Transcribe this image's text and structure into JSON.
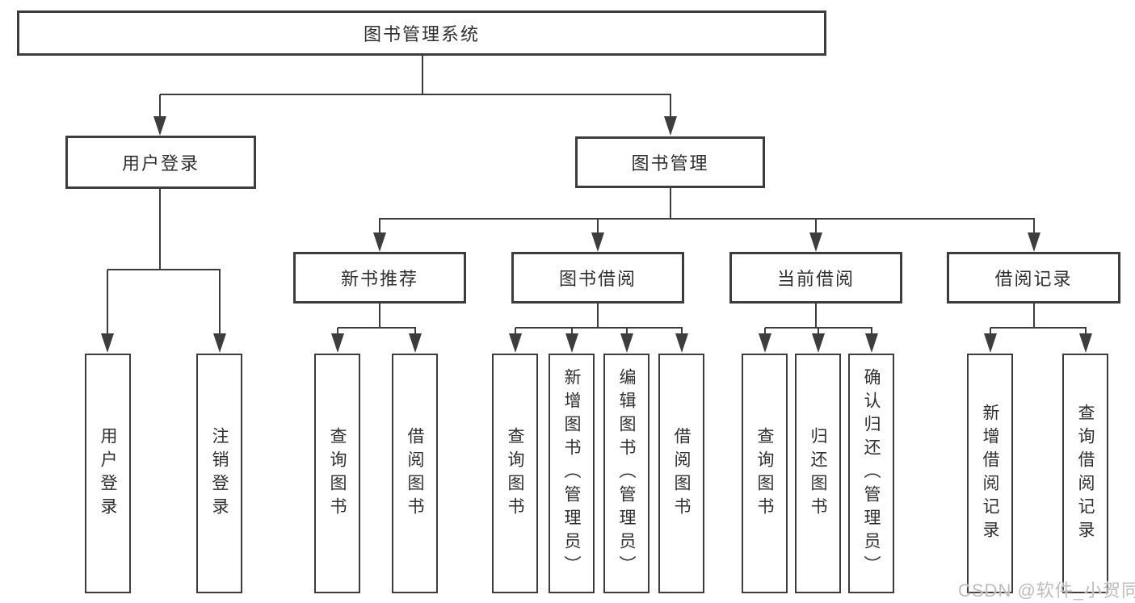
{
  "diagram": {
    "root": {
      "label": "图书管理系统"
    },
    "level2": [
      {
        "label": "用户登录"
      },
      {
        "label": "图书管理"
      }
    ],
    "level3": [
      {
        "label": "新书推荐"
      },
      {
        "label": "图书借阅"
      },
      {
        "label": "当前借阅"
      },
      {
        "label": "借阅记录"
      }
    ],
    "level4": [
      {
        "label": "用户登录"
      },
      {
        "label": "注销登录"
      },
      {
        "label": "查询图书"
      },
      {
        "label": "借阅图书"
      },
      {
        "label": "查询图书"
      },
      {
        "label": "新增图书（管理员）"
      },
      {
        "label": "编辑图书（管理员）"
      },
      {
        "label": "借阅图书"
      },
      {
        "label": "查询图书"
      },
      {
        "label": "归还图书"
      },
      {
        "label": "确认归还（管理员）"
      },
      {
        "label": "新增借阅记录"
      },
      {
        "label": "查询借阅记录"
      }
    ],
    "watermark": "CSDN @软件_小贺同学",
    "colors": {
      "line": "#3d3d3d",
      "border": "#3d3d3d",
      "text": "#2f2f2f",
      "background": "#ffffff",
      "watermark": "#bdbdbd"
    }
  }
}
